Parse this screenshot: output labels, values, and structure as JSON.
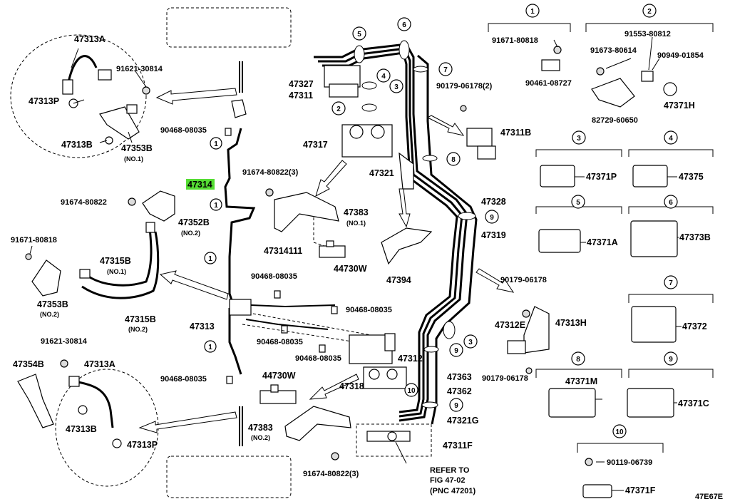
{
  "diagram_id": "47E67E",
  "highlighted_part": "47314",
  "labels": {
    "p47313A_top": "47313A",
    "p91621_30814_top": "91621-30814",
    "p47313P_top": "47313P",
    "p47313B_top": "47313B",
    "p47353B_top": "47353B",
    "no1_a": "(NO.1)",
    "p90468_08035_a": "90468-08035",
    "p47314": "47314",
    "p91674_80822_a": "91674-80822",
    "p47352B": "47352B",
    "no2_a": "(NO.2)",
    "p91671_80818": "91671-80818",
    "p47315B_1": "47315B",
    "no1_b": "(NO.1)",
    "p47353B_b": "47353B",
    "no2_b": "(NO.2)",
    "p47315B_2": "47315B",
    "no2_c": "(NO.2)",
    "p91621_30814_b": "91621-30814",
    "p47354B": "47354B",
    "p47313A_b": "47313A",
    "p47313B_b": "47313B",
    "p47313P_b": "47313P",
    "p91674_80822_3a": "91674-80822(3)",
    "p47383_1": "47383",
    "no1_c": "(NO.1)",
    "p47314111": "47314111",
    "p44730W_a": "44730W",
    "p90468_08035_b": "90468-08035",
    "p90468_08035_c": "90468-08035",
    "p47313": "47313",
    "p90468_08035_d": "90468-08035",
    "p90468_08035_e": "90468-08035",
    "p90468_08035_f": "90468-08035",
    "p44730W_b": "44730W",
    "p47383_2": "47383",
    "no2_d": "(NO.2)",
    "p91674_80822_3b": "91674-80822(3)",
    "p47327": "47327",
    "p47311": "47311",
    "p47317": "47317",
    "p47321": "47321",
    "p47394": "47394",
    "p47312": "47312",
    "p47318": "47318",
    "p47328": "47328",
    "p47319": "47319",
    "p47363": "47363",
    "p47362": "47362",
    "p47321G": "47321G",
    "p47311F": "47311F",
    "refer1": "REFER TO",
    "refer2": "FIG 47-02",
    "refer3": "(PNC 47201)",
    "p90179_06178_2": "90179-06178(2)",
    "p47311B": "47311B",
    "p90179_06178_a": "90179-06178",
    "p47312E": "47312E",
    "p47313H": "47313H",
    "p90179_06178_b": "90179-06178",
    "k1_91671_80818": "91671-80818",
    "k1_90461_08727": "90461-08727",
    "k2_91553_80812": "91553-80812",
    "k2_91673_80614": "91673-80614",
    "k2_90949_01854": "90949-01854",
    "k2_82729_60650": "82729-60650",
    "k2_47371H": "47371H",
    "k3_47371P": "47371P",
    "k4_47375": "47375",
    "k5_47371A": "47371A",
    "k6_47373B": "47373B",
    "k7_47372": "47372",
    "k8_47371M": "47371M",
    "k9_47371C": "47371C",
    "k10_90119_06739": "90119-06739",
    "k10_47371F": "47371F"
  },
  "callouts": [
    "1",
    "2",
    "3",
    "4",
    "5",
    "6",
    "7",
    "8",
    "9",
    "10"
  ]
}
